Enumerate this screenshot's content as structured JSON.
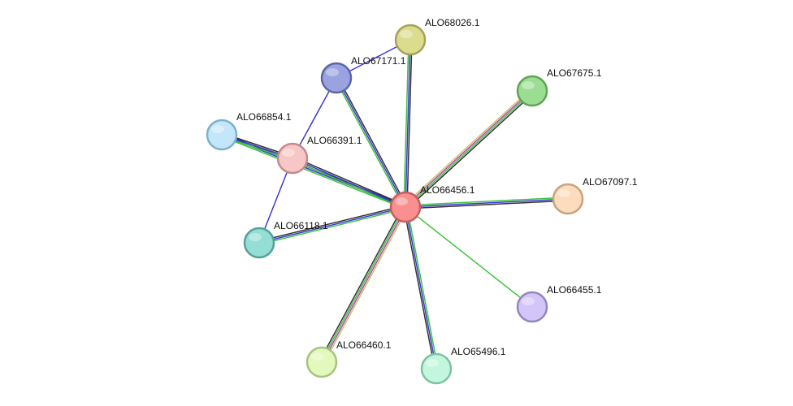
{
  "network": {
    "nodes": [
      {
        "id": "ALO66456.1",
        "label": "ALO66456.1",
        "fill": "#f98f8f",
        "stroke": "#c45f5f"
      },
      {
        "id": "ALO68026.1",
        "label": "ALO68026.1",
        "fill": "#dcdc8e",
        "stroke": "#a2a25a"
      },
      {
        "id": "ALO67171.1",
        "label": "ALO67171.1",
        "fill": "#9aa3e0",
        "stroke": "#5a66a8"
      },
      {
        "id": "ALO67675.1",
        "label": "ALO67675.1",
        "fill": "#9bdd92",
        "stroke": "#5fa456"
      },
      {
        "id": "ALO66854.1",
        "label": "ALO66854.1",
        "fill": "#c3e6fa",
        "stroke": "#7fb0cc"
      },
      {
        "id": "ALO66391.1",
        "label": "ALO66391.1",
        "fill": "#f7c6c6",
        "stroke": "#c48a8a"
      },
      {
        "id": "ALO67097.1",
        "label": "ALO67097.1",
        "fill": "#fcdcbc",
        "stroke": "#c8a27e"
      },
      {
        "id": "ALO66118.1",
        "label": "ALO66118.1",
        "fill": "#95ded6",
        "stroke": "#55a098"
      },
      {
        "id": "ALO66455.1",
        "label": "ALO66455.1",
        "fill": "#d4c5f8",
        "stroke": "#9484c0"
      },
      {
        "id": "ALO66460.1",
        "label": "ALO66460.1",
        "fill": "#e2f8bc",
        "stroke": "#a8c27e"
      },
      {
        "id": "ALO65496.1",
        "label": "ALO65496.1",
        "fill": "#c2f7dd",
        "stroke": "#7ec2a2"
      }
    ],
    "edges": [
      {
        "source": "ALO66456.1",
        "target": "ALO68026.1",
        "colors": [
          "#3cc43c",
          "#3a3ad4",
          "#333333"
        ]
      },
      {
        "source": "ALO66456.1",
        "target": "ALO67171.1",
        "colors": [
          "#3cc43c",
          "#3a3ad4",
          "#333333"
        ]
      },
      {
        "source": "ALO66456.1",
        "target": "ALO67675.1",
        "colors": [
          "#c8c860",
          "#c03cc0",
          "#3cc43c",
          "#333333"
        ]
      },
      {
        "source": "ALO66456.1",
        "target": "ALO66854.1",
        "colors": [
          "#3cc43c",
          "#3a3ad4",
          "#333333"
        ]
      },
      {
        "source": "ALO66456.1",
        "target": "ALO66391.1",
        "colors": [
          "#3cc43c",
          "#3a3ad4",
          "#333333"
        ]
      },
      {
        "source": "ALO66456.1",
        "target": "ALO67097.1",
        "colors": [
          "#3cc43c",
          "#3a3ad4",
          "#333333"
        ]
      },
      {
        "source": "ALO66456.1",
        "target": "ALO66118.1",
        "colors": [
          "#3cc43c",
          "#3a3ad4",
          "#333333"
        ]
      },
      {
        "source": "ALO66456.1",
        "target": "ALO66455.1",
        "colors": [
          "#3cc43c"
        ]
      },
      {
        "source": "ALO66456.1",
        "target": "ALO66460.1",
        "colors": [
          "#c8c860",
          "#c03cc0",
          "#3cc43c",
          "#333333"
        ]
      },
      {
        "source": "ALO66456.1",
        "target": "ALO65496.1",
        "colors": [
          "#3cc43c",
          "#3a3ad4",
          "#333333"
        ]
      },
      {
        "source": "ALO67171.1",
        "target": "ALO68026.1",
        "colors": [
          "#3a3ad4"
        ]
      },
      {
        "source": "ALO67171.1",
        "target": "ALO66391.1",
        "colors": [
          "#3a3ad4"
        ]
      },
      {
        "source": "ALO66391.1",
        "target": "ALO66118.1",
        "colors": [
          "#3a3ad4"
        ]
      },
      {
        "source": "ALO66391.1",
        "target": "ALO66854.1",
        "colors": [
          "#3cc43c",
          "#3a3ad4",
          "#333333"
        ]
      }
    ]
  }
}
